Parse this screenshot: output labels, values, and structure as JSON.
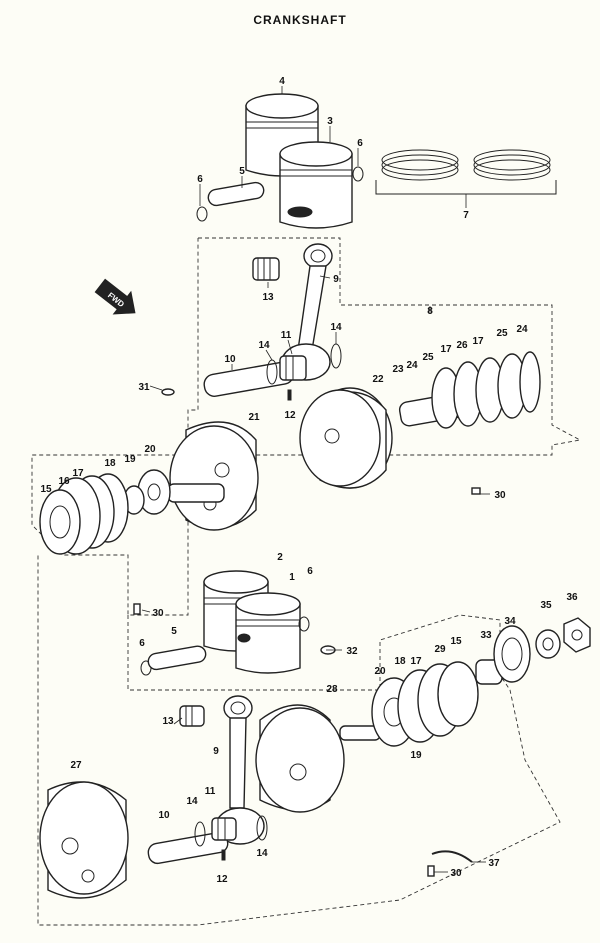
{
  "title": "CRANKSHAFT",
  "fwd_marker": "FWD",
  "callouts": {
    "c4a": "4",
    "c3a": "3",
    "c6a": "6",
    "c6b": "6",
    "c5a": "5",
    "c7": "7",
    "c13a": "13",
    "c9a": "9",
    "c8": "8",
    "c31": "31",
    "c10a": "10",
    "c14a": "14",
    "c11a": "11",
    "c14b": "14",
    "c12a": "12",
    "c22": "22",
    "c23": "23",
    "c24a": "24",
    "c25a": "25",
    "c17a": "17",
    "c26": "26",
    "c17b": "17",
    "c25b": "25",
    "c24b": "24",
    "c21": "21",
    "c20a": "20",
    "c19a": "19",
    "c18a": "18",
    "c17c": "17",
    "c16": "16",
    "c15a": "15",
    "c30a": "30",
    "c2": "2",
    "c1": "1",
    "c6c": "6",
    "c30b": "30",
    "c5b": "5",
    "c6d": "6",
    "c32": "32",
    "c36": "36",
    "c35": "35",
    "c34": "34",
    "c33": "33",
    "c15b": "15",
    "c29": "29",
    "c17d": "17",
    "c18b": "18",
    "c20b": "20",
    "c19b": "19",
    "c13b": "13",
    "c28": "28",
    "c9b": "9",
    "c27": "27",
    "c14c": "14",
    "c11b": "11",
    "c10b": "10",
    "c14d": "14",
    "c12b": "12",
    "c37": "37",
    "c30c": "30"
  }
}
